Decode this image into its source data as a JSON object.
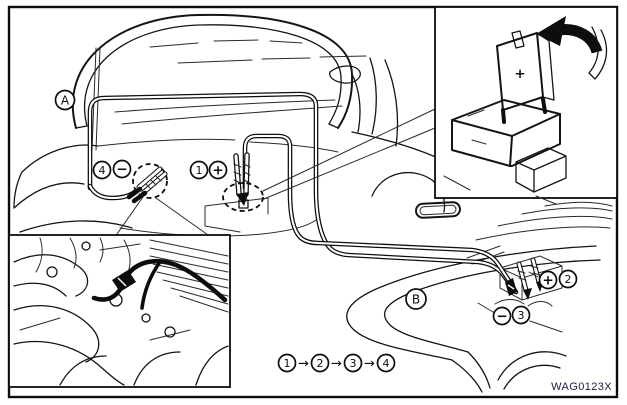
{
  "figure": {
    "vehicle_a": {
      "label": "A"
    },
    "vehicle_b": {
      "label": "B"
    },
    "markers": {
      "a_positive": {
        "step": "1",
        "sign": "+"
      },
      "b_positive": {
        "step": "2",
        "sign": "+"
      },
      "b_negative": {
        "step": "3",
        "sign": "−"
      },
      "a_negative": {
        "step": "4",
        "sign": "−"
      }
    },
    "sequence": {
      "step1": "1",
      "step2": "2",
      "step3": "3",
      "step4": "4",
      "arrow": "→"
    },
    "inset_battery_cover": {
      "plus_symbol": "+"
    },
    "drawing_code": "WAG0123X",
    "colors": {
      "line": "#141414",
      "background": "#ffffff"
    }
  }
}
